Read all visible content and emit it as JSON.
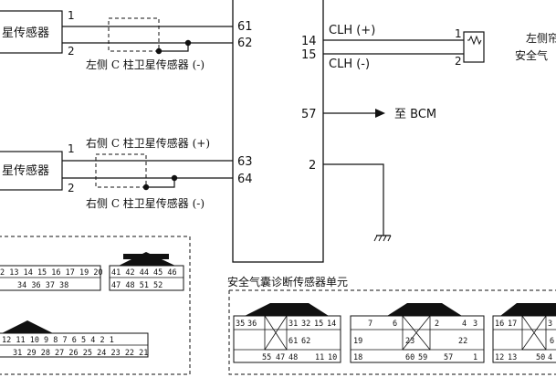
{
  "left_sensors": {
    "top": {
      "name": "星传感器",
      "pin1": "1",
      "pin2": "2",
      "label": "左侧 C 柱卫星传感器 (-)"
    },
    "bottom": {
      "name": "星传感器",
      "pin1": "1",
      "pin2": "2",
      "label_plus": "右侧 C 柱卫星传感器 (+)",
      "label_minus": "右侧 C 柱卫星传感器 (-)"
    }
  },
  "module_pins": {
    "p61": "61",
    "p62": "62",
    "p63": "63",
    "p64": "64",
    "p14": "14",
    "p15": "15",
    "p57": "57",
    "p2": "2"
  },
  "signals": {
    "clh_plus": "CLH (+)",
    "clh_minus": "CLH (-)",
    "to_bcm": "至 BCM"
  },
  "right_component": {
    "pin1": "1",
    "pin2": "2",
    "label_line1": "左侧帘",
    "label_line2": "安全气"
  },
  "connector_left_panel": {
    "conn_a_row1": "2 13 14 15 16 17    19 20",
    "conn_a_row2": "34    36 37 38",
    "conn_b_row1": "41 42    44 45 46",
    "conn_b_row2": "47 48       51 52",
    "conn_c_row1": "12 11 10 9  8  7  6  5  4     2  1",
    "conn_c_row2": "31       29 28 27 26 25 24 23 22 21"
  },
  "connector_panel": {
    "title": "安全气囊诊断传感器单元",
    "c1_row1": [
      "35",
      "36",
      "",
      "31",
      "32",
      "15",
      "14"
    ],
    "c1_row2": [
      "61",
      "62"
    ],
    "c1_row3": [
      "55",
      "47",
      "48",
      "11",
      "10"
    ],
    "c2_row1": [
      "7",
      "6",
      "2",
      "4",
      "3"
    ],
    "c2_row2": [
      "19",
      "23",
      "22"
    ],
    "c2_row3": [
      "18",
      "60",
      "59",
      "57",
      "1"
    ],
    "c3_row1": [
      "16",
      "17",
      "3"
    ],
    "c3_row2": [
      "6"
    ],
    "c3_row3": [
      "12",
      "13",
      "50",
      "4"
    ]
  }
}
